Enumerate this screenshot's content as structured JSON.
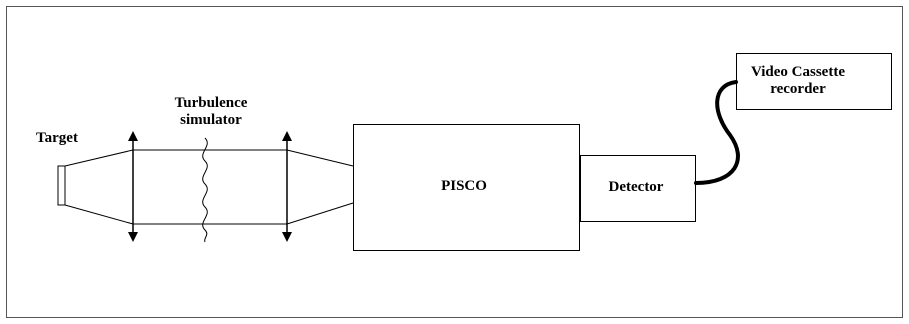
{
  "labels": {
    "target": "Target",
    "turbulence_line1": "Turbulence",
    "turbulence_line2": "simulator",
    "pisco": "PISCO",
    "detector": "Detector",
    "vcr_line1": "Video Cassette",
    "vcr_line2": "recorder"
  },
  "colors": {
    "stroke": "#000000",
    "frame": "#555555",
    "background": "#ffffff"
  }
}
